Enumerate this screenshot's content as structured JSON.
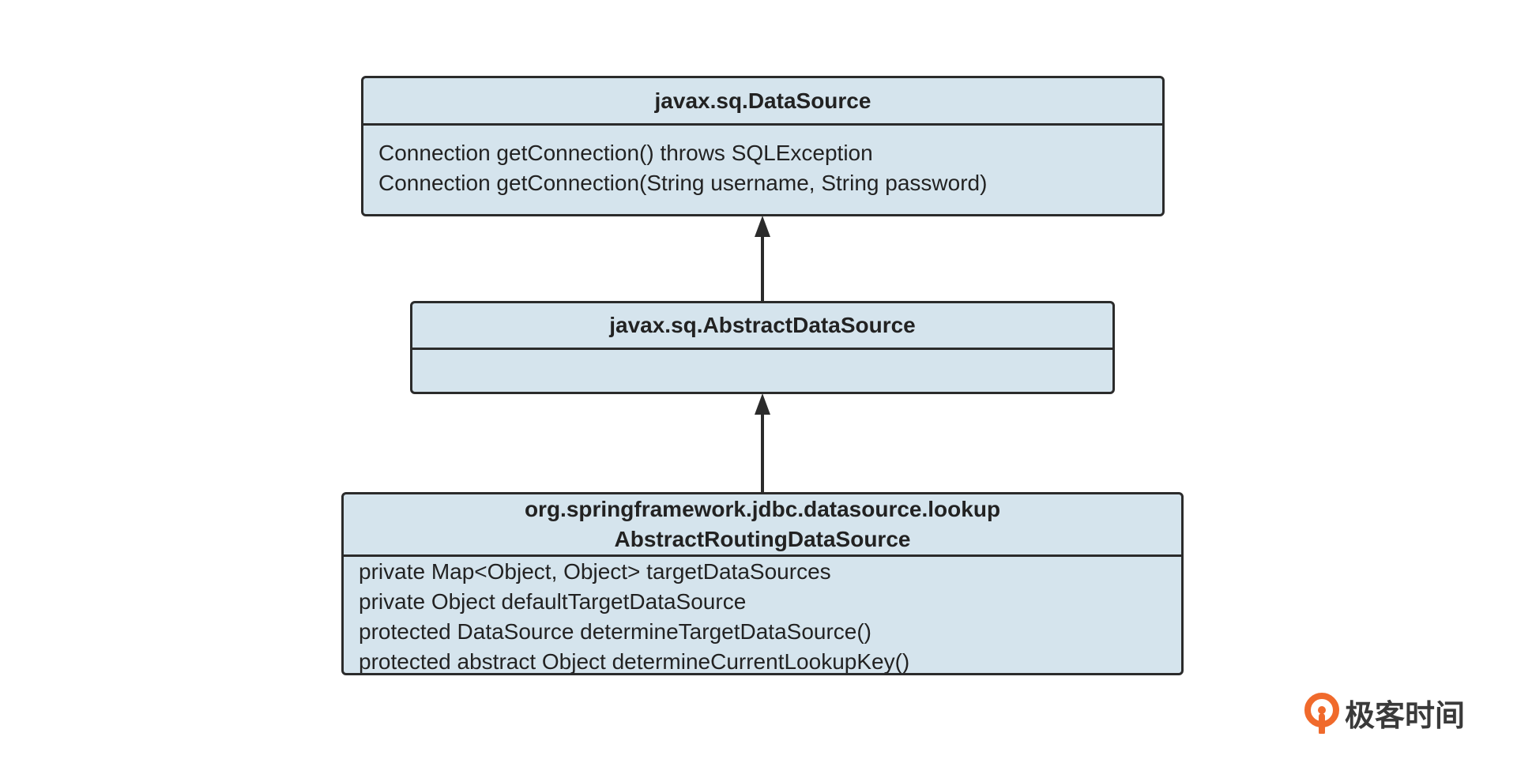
{
  "colors": {
    "box_fill": "#d5e4ed",
    "border": "#2b2b2b",
    "logo_accent": "#f06a2c"
  },
  "diagram": {
    "classes": [
      {
        "id": "datasource",
        "title_lines": [
          "javax.sq.DataSource"
        ],
        "members": [
          "Connection getConnection() throws SQLException",
          "Connection getConnection(String username, String password)"
        ]
      },
      {
        "id": "abstract",
        "title_lines": [
          "javax.sq.AbstractDataSource"
        ],
        "members": []
      },
      {
        "id": "routing",
        "title_lines": [
          "org.springframework.jdbc.datasource.lookup",
          "AbstractRoutingDataSource"
        ],
        "members": [
          "private Map<Object, Object> targetDataSources",
          "private Object defaultTargetDataSource",
          "protected DataSource determineTargetDataSource()",
          "protected abstract Object determineCurrentLookupKey()"
        ]
      }
    ],
    "relations": [
      {
        "from": "abstract",
        "to": "datasource",
        "type": "inheritance"
      },
      {
        "from": "routing",
        "to": "abstract",
        "type": "inheritance"
      }
    ]
  },
  "logo": {
    "text": "极客时间",
    "icon": "geektime-logo-icon"
  }
}
